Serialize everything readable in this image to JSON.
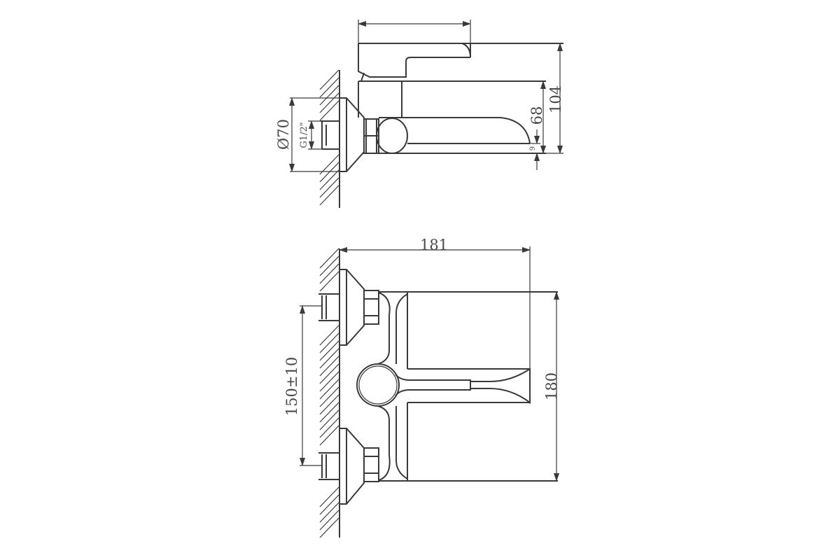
{
  "side_view": {
    "dim_diameter": "Ø70",
    "dim_thread": "G1/2\"",
    "dim_spout_height": "68",
    "dim_total_height": "104",
    "dim_spout_tip": "9"
  },
  "front_view": {
    "dim_depth": "181",
    "dim_height": "180",
    "dim_center_distance": "150±10"
  },
  "colors": {
    "line": "#3a3a3a",
    "background": "#ffffff"
  }
}
